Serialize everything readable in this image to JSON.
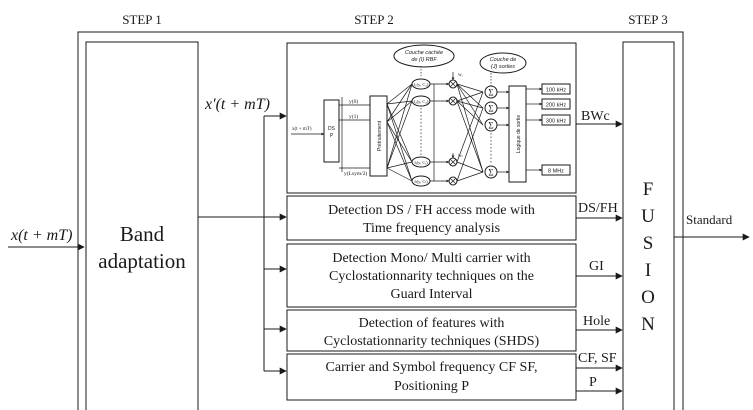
{
  "steps": [
    "STEP 1",
    "STEP 2",
    "STEP 3"
  ],
  "input_label": "x(t + mT)",
  "band_adaptation": [
    "Band",
    "adaptation"
  ],
  "mid_signal_label": "x′(t + mT)",
  "rbf_network": {
    "hidden_layer_label": [
      "Couche cachée",
      "de (I) RBF"
    ],
    "output_layer_label": [
      "Couche de",
      "(J) sorties"
    ],
    "ds_block": [
      "DS",
      "P"
    ],
    "preprocessing_label": "Prétraitement",
    "output_logic_label": "Logique de sortie",
    "input_small_label": "x(t + mT)",
    "sample_labels": [
      "y(0)",
      "y(1)",
      "y(Lsym/2)"
    ],
    "node_labels": [
      "f₁(y, C₁)",
      "f₂(y, C₂)",
      "fᵢ(y, Cᵢ)",
      "fₗ(y, Cₗ)"
    ],
    "weight_label_top": "wᵢ",
    "weight_label_bottom": "wₗ",
    "sum_symbol": "Σ",
    "band_outputs": [
      "100 kHz",
      "200 kHz",
      "300 kHz",
      "8 MHz"
    ]
  },
  "detection_blocks": [
    {
      "lines": [
        "Detection DS / FH access mode with",
        "Time frequency analysis"
      ]
    },
    {
      "lines": [
        "Detection Mono/ Multi carrier with",
        "Cyclostationnarity techniques on the",
        "Guard Interval"
      ]
    },
    {
      "lines": [
        "Detection of features with",
        "Cyclostationnarity techniques (SHDS)"
      ]
    },
    {
      "lines": [
        "Carrier and Symbol frequency CF SF,",
        "Positioning P"
      ]
    }
  ],
  "output_labels": [
    "BWc",
    "DS/FH",
    "GI",
    "Hole",
    "CF, SF",
    "P"
  ],
  "fusion_letters": [
    "F",
    "U",
    "S",
    "I",
    "O",
    "N"
  ],
  "final_output_label": "Standard"
}
